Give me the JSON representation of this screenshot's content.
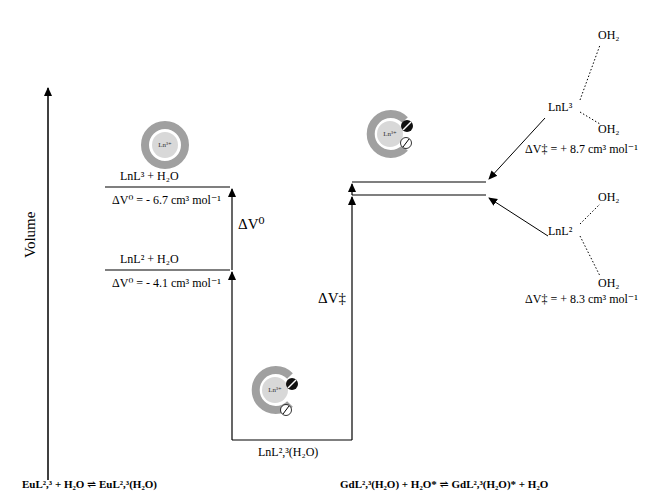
{
  "diagram": {
    "labels": [
      "LnL³ + H₂O",
      "ΔV⁰ = - 6.7 cm³ mol⁻¹",
      "LnL² + H₂O",
      "ΔV⁰ = - 4.1 cm³ mol⁻¹",
      "ΔV⁰",
      "ΔV‡",
      "LnL²,³(H₂O)",
      "LnL³",
      "OH₂",
      "OH₂",
      "ΔV‡ = + 8.7 cm³ mol⁻¹",
      "LnL²",
      "OH₂",
      "OH₂",
      "ΔV‡ = + 8.3 cm³ mol⁻¹",
      "Volume",
      "EuL²,³ + H₂O ⇌ EuL²,³(H₂O)",
      "GdL²,³(H₂O) + H₂O* ⇌ GdL²,³(H₂O)* + H₂O",
      "Ln³⁺",
      "Ln³⁺",
      "Ln³⁺"
    ]
  }
}
